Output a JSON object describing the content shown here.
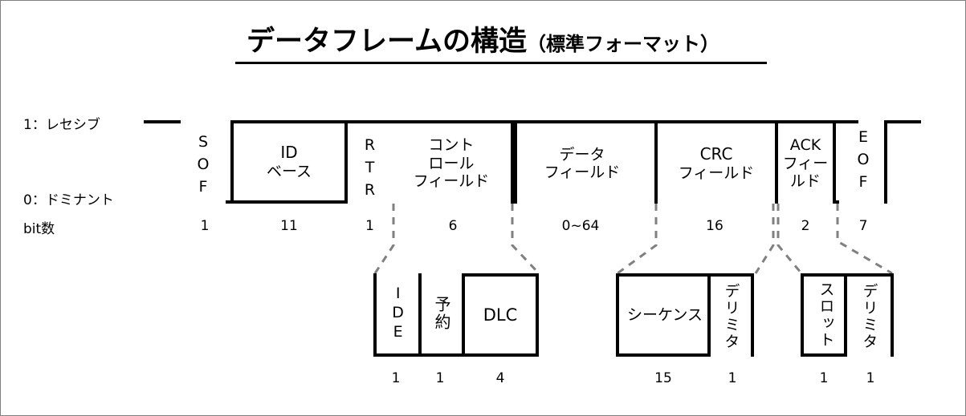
{
  "title": {
    "main": "データフレームの構造",
    "sub": "（標準フォーマット）"
  },
  "axis": {
    "recessive": "1：レセシブ",
    "dominant": "0：ドミナント",
    "bits_label": "bit数"
  },
  "frame": {
    "fields": [
      {
        "name": "sof",
        "label_lines": [
          "S",
          "O",
          "F"
        ],
        "orientation": "vertical-latin",
        "bits": "1"
      },
      {
        "name": "id-base",
        "label_lines": [
          "ID",
          "ベース"
        ],
        "orientation": "horizontal",
        "bits": "11"
      },
      {
        "name": "rtr",
        "label_lines": [
          "R",
          "T",
          "R"
        ],
        "orientation": "vertical-latin",
        "bits": "1"
      },
      {
        "name": "control",
        "label_lines": [
          "コント",
          "ロール",
          "フィールド"
        ],
        "orientation": "horizontal",
        "bits": "6"
      },
      {
        "name": "data",
        "label_lines": [
          "データ",
          "フィールド"
        ],
        "orientation": "horizontal",
        "bits": "0~64"
      },
      {
        "name": "crc",
        "label_lines": [
          "CRC",
          "フィールド"
        ],
        "orientation": "horizontal",
        "bits": "16"
      },
      {
        "name": "ack",
        "label_lines": [
          "ACK",
          "フィー",
          "ルド"
        ],
        "orientation": "horizontal",
        "bits": "2"
      },
      {
        "name": "eof",
        "label_lines": [
          "E",
          "O",
          "F"
        ],
        "orientation": "vertical-latin",
        "bits": "7"
      }
    ]
  },
  "subfields": {
    "control_detail": [
      {
        "name": "ide",
        "label": "IDE",
        "orientation": "vertical-latin",
        "bits": "1"
      },
      {
        "name": "reserved",
        "label": "予約",
        "orientation": "vertical-jp",
        "bits": "1"
      },
      {
        "name": "dlc",
        "label": "DLC",
        "orientation": "horizontal",
        "bits": "4"
      }
    ],
    "crc_detail": [
      {
        "name": "sequence",
        "label": "シーケンス",
        "orientation": "horizontal",
        "bits": "15"
      },
      {
        "name": "delimiter",
        "label": "デリミタ",
        "orientation": "vertical-jp",
        "bits": "1"
      }
    ],
    "ack_detail": [
      {
        "name": "slot",
        "label": "スロット",
        "orientation": "vertical-jp",
        "bits": "1"
      },
      {
        "name": "delimiter",
        "label": "デリミタ",
        "orientation": "vertical-jp",
        "bits": "1"
      }
    ]
  },
  "colors": {
    "line": "#000000",
    "leader": "#808080",
    "background": "#ffffff",
    "border": "#808080"
  }
}
